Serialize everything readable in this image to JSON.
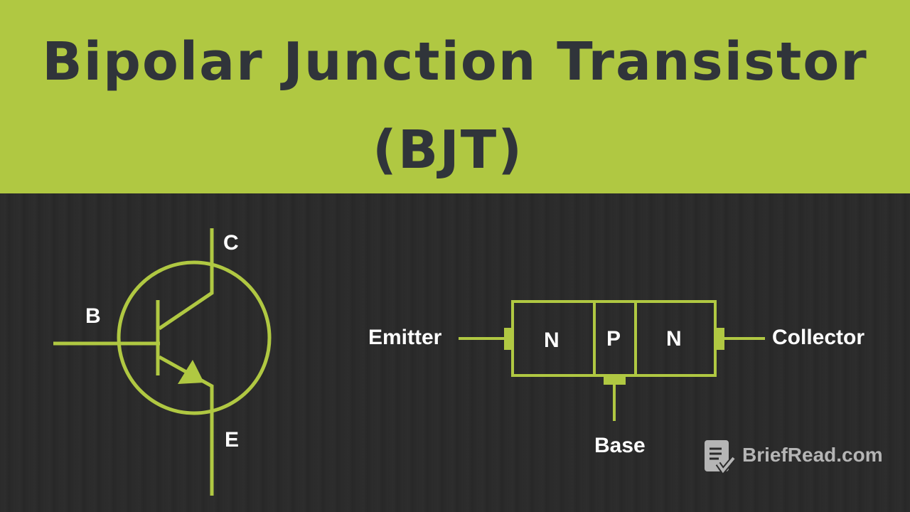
{
  "title": {
    "line1": "Bipolar Junction Transistor",
    "line2": "(BJT)"
  },
  "symbol": {
    "collector": "C",
    "base": "B",
    "emitter": "E"
  },
  "structure": {
    "emitter_label": "Emitter",
    "collector_label": "Collector",
    "base_label": "Base",
    "regions": [
      "N",
      "P",
      "N"
    ]
  },
  "watermark": "BriefRead.com",
  "colors": {
    "accent": "#b0c842",
    "background": "#2a2a2a",
    "title_text": "#30343a"
  }
}
